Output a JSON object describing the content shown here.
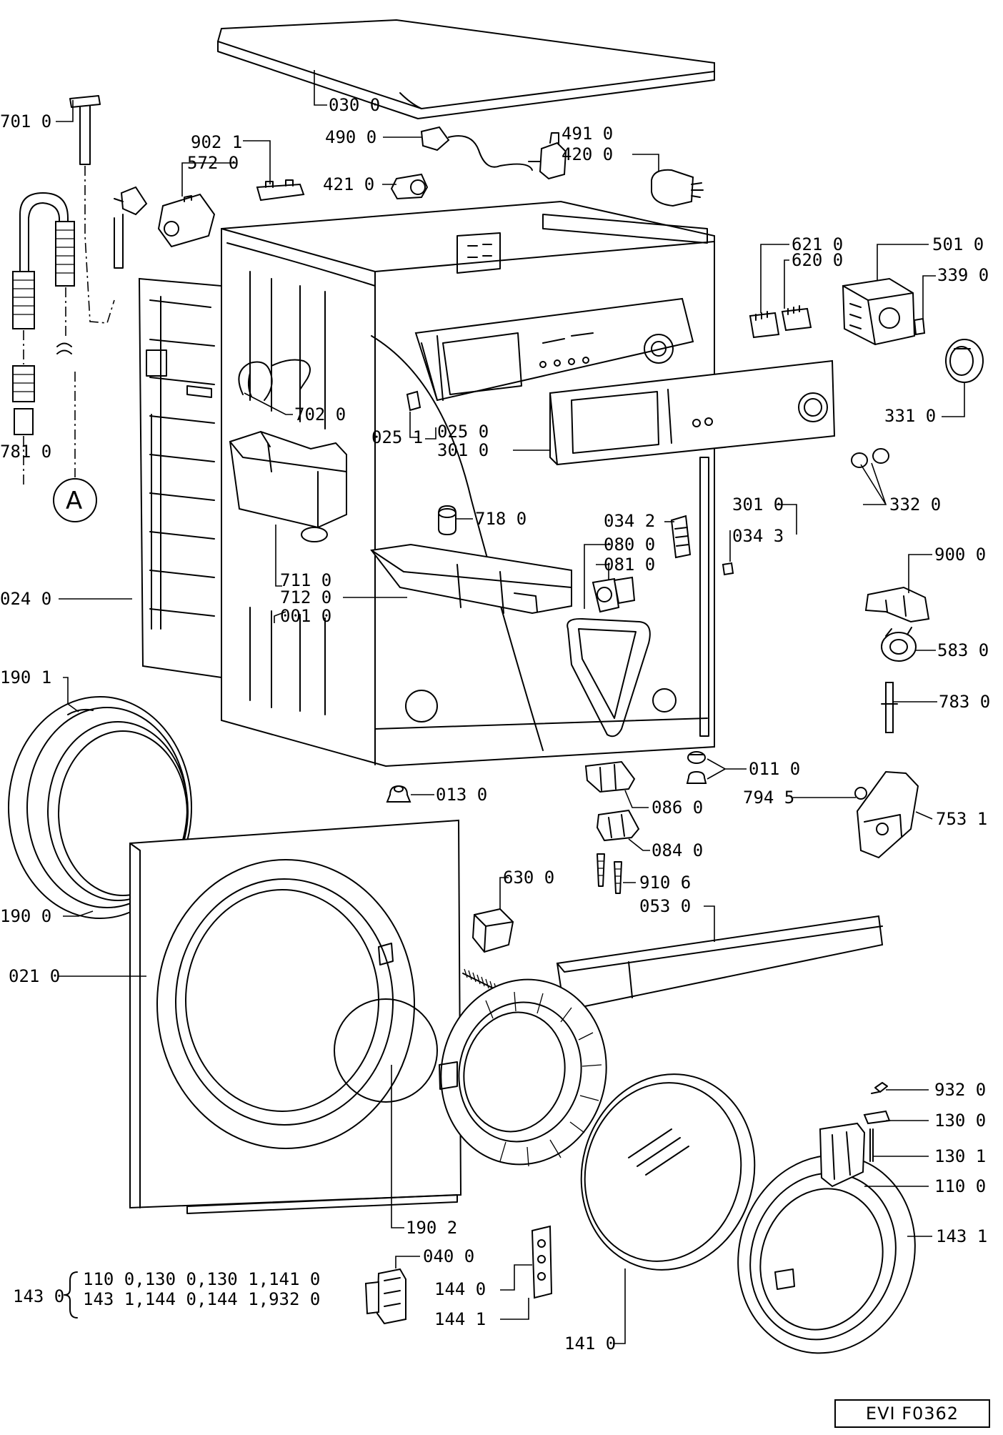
{
  "reference_code": "EVI F0362",
  "labels": {
    "p030_0": "030 0",
    "p701_0": "701 0",
    "p902_1": "902 1",
    "p572_0": "572 0",
    "p490_0": "490 0",
    "p491_0": "491 0",
    "p420_0": "420 0",
    "p421_0": "421 0",
    "p621_0": "621 0",
    "p620_0": "620 0",
    "p501_0": "501 0",
    "p339_0": "339 0",
    "p331_0": "331 0",
    "p702_0": "702 0",
    "p025_1": "025 1",
    "p025_0": "025 0",
    "p301_0": "301 0",
    "p781_0": "781 0",
    "p332_0": "332 0",
    "p718_0": "718 0",
    "p301_0b": "301 0",
    "p034_2": "034 2",
    "p034_3": "034 3",
    "p080_0": "080 0",
    "p081_0": "081 0",
    "p900_0": "900 0",
    "p711_0": "711 0",
    "p712_0": "712 0",
    "p001_0": "001 0",
    "p024_0": "024 0",
    "p583_0": "583 0",
    "p190_1": "190 1",
    "p783_0": "783 0",
    "p011_0": "011 0",
    "p013_0": "013 0",
    "p794_5": "794 5",
    "p086_0": "086 0",
    "p753_1": "753 1",
    "p084_0": "084 0",
    "p630_0": "630 0",
    "p910_6": "910 6",
    "p053_0": "053 0",
    "p190_0": "190 0",
    "p021_0": "021 0",
    "p932_0": "932 0",
    "p130_0": "130 0",
    "p130_1": "130 1",
    "p110_0": "110 0",
    "p190_2": "190 2",
    "p143_1": "143 1",
    "p040_0": "040 0",
    "p144_0": "144 0",
    "p144_1": "144 1",
    "p141_0": "141 0",
    "p143_0": "143 0",
    "kit_line1": "110 0,130 0,130 1,141 0",
    "kit_line2": "143 1,144 0,144 1,932 0",
    "circle_a": "A"
  }
}
